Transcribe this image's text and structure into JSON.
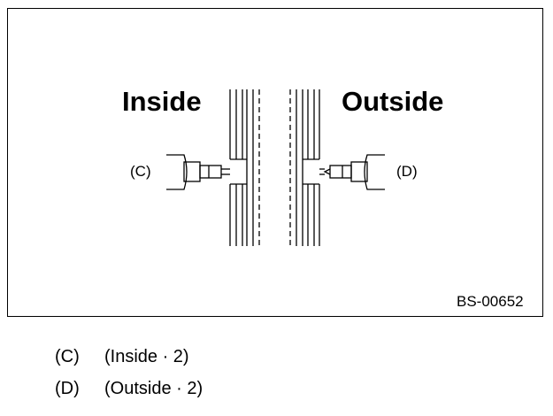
{
  "diagram": {
    "inside_label": "Inside",
    "outside_label": "Outside",
    "tool_c_label": "(C)",
    "tool_d_label": "(D)",
    "figure_code": "BS-00652"
  },
  "legend": [
    {
      "key": "(C)",
      "text": "(Inside · 2)"
    },
    {
      "key": "(D)",
      "text": "(Outside · 2)"
    }
  ]
}
